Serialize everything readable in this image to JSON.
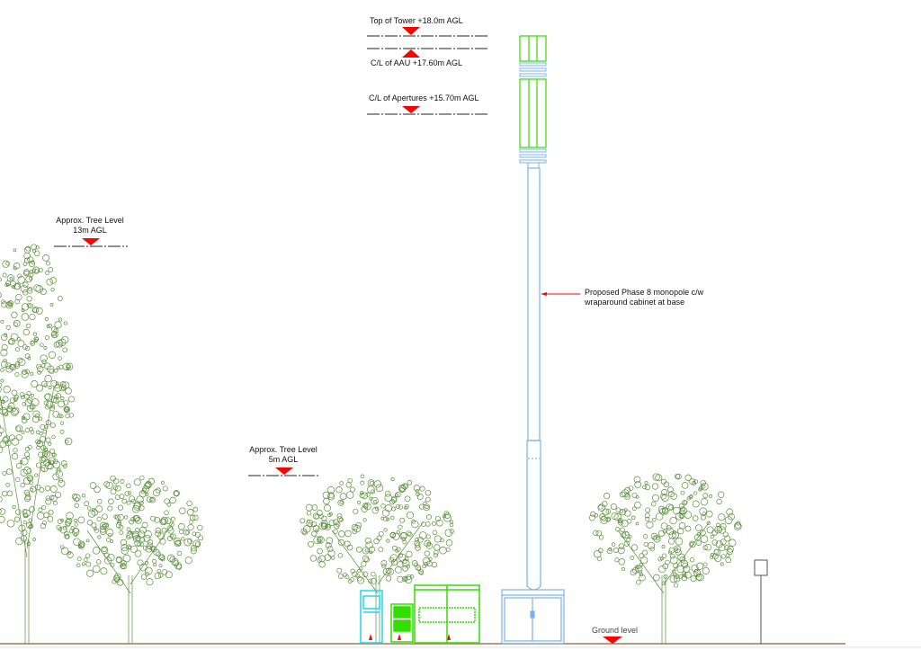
{
  "levels": {
    "top_of_tower": "Top of Tower +18.0m AGL",
    "aau": "C/L of AAU +17.60m AGL",
    "apertures": "C/L of Apertures +15.70m AGL",
    "tree13_line1": "Approx. Tree Level",
    "tree13_line2": "13m AGL",
    "tree5_line1": "Approx. Tree Level",
    "tree5_line2": "5m AGL",
    "ground": "Ground level"
  },
  "callout": {
    "line1": "Proposed Phase 8 monopole c/w",
    "line2": "wraparound cabinet at base"
  },
  "colors": {
    "marker": "#ff0000",
    "tower": "#7fb0e8",
    "antenna": "#33dd00",
    "tree": "#5a8f3a",
    "ground": "#9c7a5a",
    "cabinet_cyan": "#1fd6f0"
  }
}
